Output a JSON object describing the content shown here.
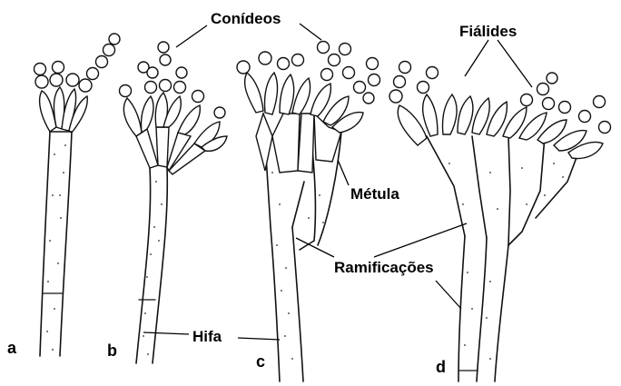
{
  "labels": {
    "conidia": "Conídeos",
    "phialides": "Fiálides",
    "metula": "Métula",
    "branches": "Ramificações",
    "hypha": "Hifa"
  },
  "panels": [
    "a",
    "b",
    "c",
    "d"
  ]
}
